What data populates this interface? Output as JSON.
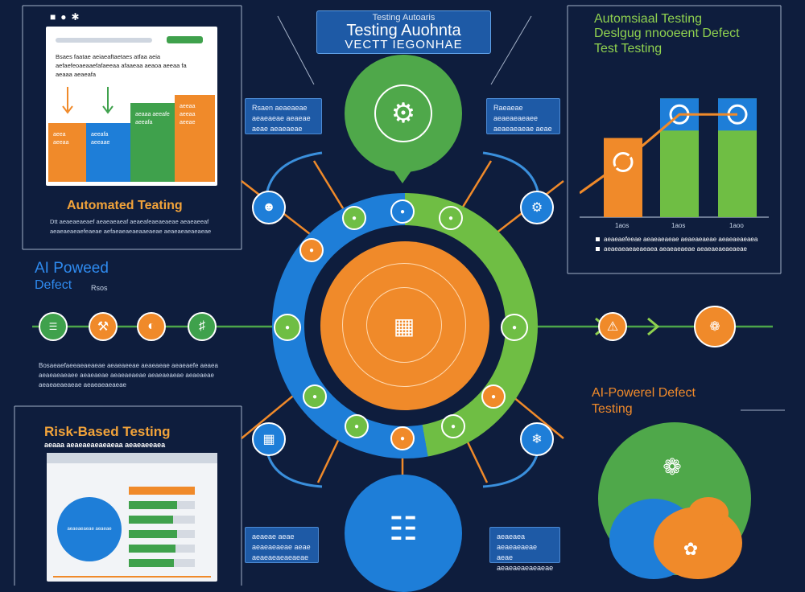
{
  "top_icons": [
    "camera-icon",
    "cloud-icon",
    "gear-icon"
  ],
  "title_box": {
    "line1": "Testing Autoaris",
    "line2": "Testing Auohnta",
    "line3": "VECTT IEGONHAE"
  },
  "top_left_card": {
    "text": "Bsaes faatae aeiaeaftaetaes atfaa aeia aefaefeoaeaaefafaeeaa afaaeaa aeaoa aeeaa fa aeaaa aeaeafa",
    "bars": [
      {
        "label": "aeea aeeaa",
        "color": "#f08a2a"
      },
      {
        "label": "aeeafa aeeaae",
        "color": "#1e7ed8"
      },
      {
        "label": "aeaaa aeeafe aeeafa",
        "color": "#3fa14c"
      },
      {
        "label": "aeeaa aeeaa aeeae",
        "color": "#f08a2a"
      }
    ]
  },
  "automated_testing_left": {
    "heading": "Automated Teating",
    "text": "Dtt aeaeaeaeaef aeaeaeaeaf aeaeafeaeaeaeae aeaeaeeaf aeaeaeaeaefeaeae aefaeaeaeaeaaeaeae aeaeaeaeaeaeae"
  },
  "ai_powered_left": {
    "line1": "AI Poweed",
    "line2": "Defect",
    "small": "Rsos"
  },
  "left_paragraph": "Bosaeaefaeeaeaeaeae aeaeaeeae aeaeaeae aeaeaefe aeaea aeaeaeaeaee aeaeaeae aeaeaeaeae aeaeaeaeae aeaeaeae aeaeaeaeaeae aeaeaeaeaeae",
  "risk_based": {
    "heading": "Risk-Based Testing",
    "sub": "aeaaa aeaeaeaeaeaeaa aeaeaeeaea",
    "pie_label": "aeaeaeaeae aeaeae"
  },
  "automated_right": {
    "line1": "Automsiaal Testing",
    "line2": "Deslgug nnooeent Defect",
    "line3": "Test Testing"
  },
  "right_chart": {
    "categories": [
      "1aos",
      "1aos",
      "1aoo"
    ],
    "values": [
      80,
      120,
      120
    ],
    "legend": [
      "aeaeaefeeae aeaeaeaeae aeaeaeaeae aeaeaeaeaea",
      "aeaeaeaeaeaeaea aeaeaeaeae aeaeaeaeaeaeae"
    ]
  },
  "ai_powered_right": {
    "line1": "AI-Powerel Defect",
    "line2": "Testing"
  },
  "info_boxes": {
    "left_top": "Rsaen aeaeaeae\naeaeaeae aeaeae\naeae aeaeaeae",
    "right_top": "Raeaeae\naeaeaeaeaee\naeaeaeaeae aeae",
    "left_bottom": "aeaeae aeae\naeaeaeaeae aeae\naeaeaeaeaeaeae",
    "right_bottom": "aeaeaea\naeaeaeaeae aeae\naeaeaeaeaeaeae"
  },
  "colors": {
    "bg": "#0e1d3d",
    "orange": "#f08a2a",
    "blue": "#1e7ed8",
    "green": "#6fbe44"
  }
}
